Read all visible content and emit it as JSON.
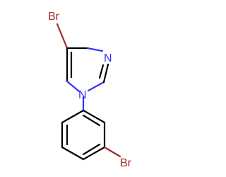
{
  "molecule": {
    "atoms": {
      "br_top": {
        "label": "Br",
        "color": "#a52a2a"
      },
      "n_ring": {
        "label": "N",
        "color": "#3232ff"
      },
      "n_sub": {
        "label": "N",
        "color": "#3232ff"
      },
      "br_bottom": {
        "label": "Br",
        "color": "#a52a2a"
      }
    },
    "bond_color": "#000000"
  }
}
